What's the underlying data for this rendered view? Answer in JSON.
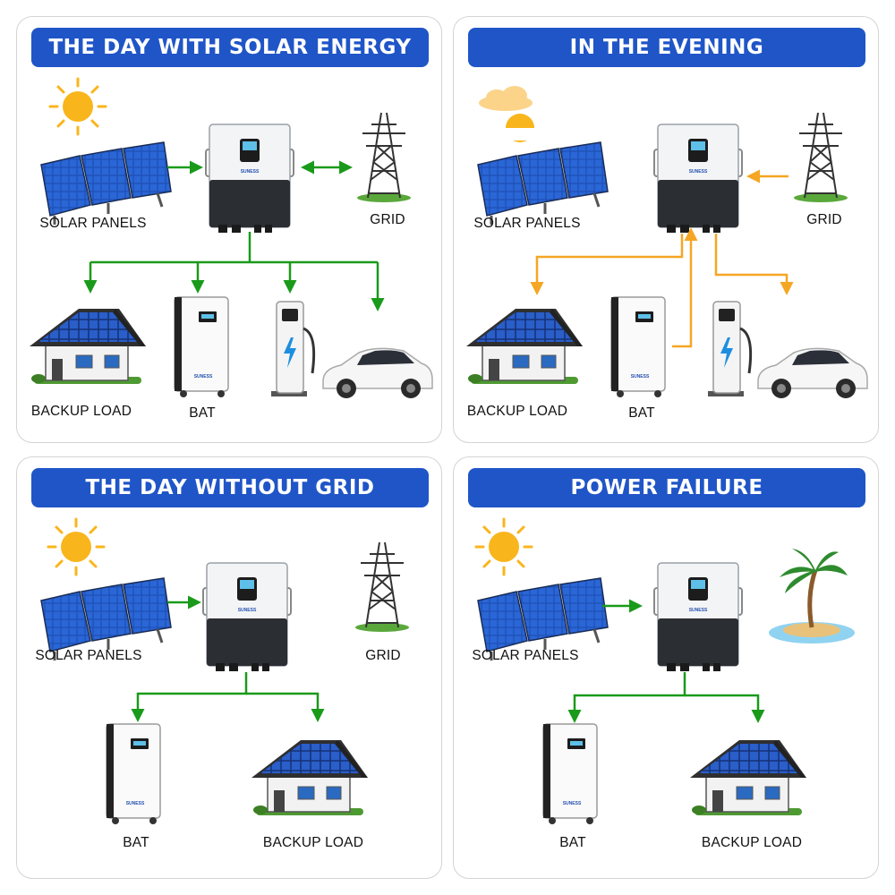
{
  "panels": [
    {
      "title": "THE DAY WITH SOLAR ENERGY",
      "labels": {
        "solar": "SOLAR PANELS",
        "grid": "GRID",
        "load": "BACKUP LOAD",
        "bat": "BAT"
      }
    },
    {
      "title": "IN THE EVENING",
      "labels": {
        "solar": "SOLAR PANELS",
        "grid": "GRID",
        "load": "BACKUP LOAD",
        "bat": "BAT"
      }
    },
    {
      "title": "THE DAY WITHOUT GRID",
      "labels": {
        "solar": "SOLAR PANELS",
        "grid": "GRID",
        "bat": "BAT",
        "load": "BACKUP LOAD"
      }
    },
    {
      "title": "POWER FAILURE",
      "labels": {
        "solar": "SOLAR PANELS",
        "bat": "BAT",
        "load": "BACKUP LOAD"
      }
    }
  ],
  "brand": "SUNESS",
  "colors": {
    "banner": "#1f55c7",
    "flow_day": "#1a9a1a",
    "flow_evening": "#f5a623",
    "sun": "#f9b51c"
  },
  "icons": [
    "sun-icon",
    "cloud-icon",
    "solar-panel-icon",
    "inverter-icon",
    "power-tower-icon",
    "house-icon",
    "battery-icon",
    "ev-charger-icon",
    "car-icon",
    "island-icon"
  ]
}
